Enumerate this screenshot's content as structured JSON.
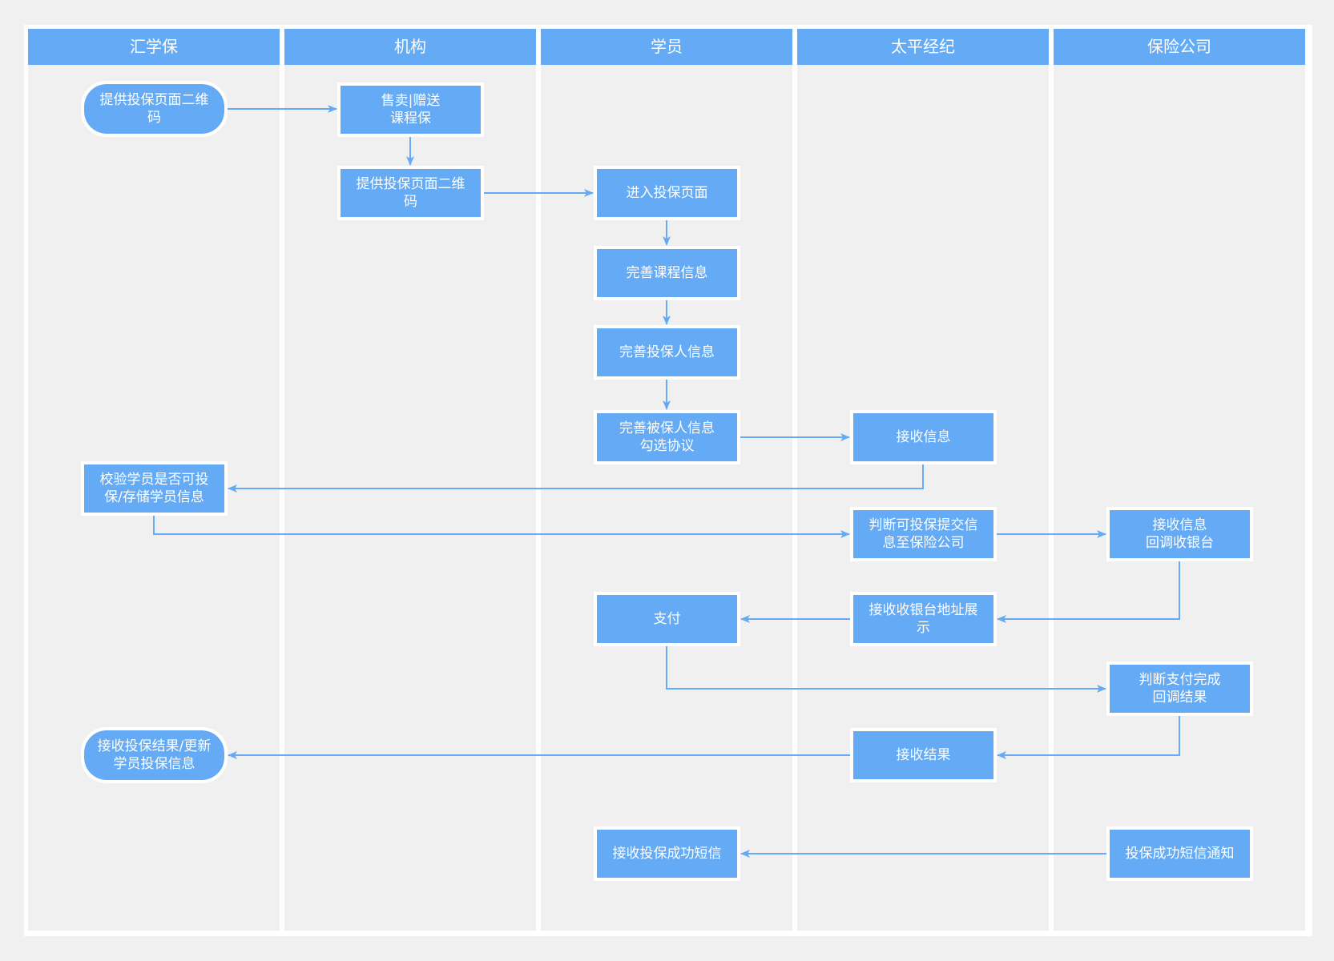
{
  "colors": {
    "accent": "#64aaf4",
    "edge": "#64aaf4",
    "background": "#f0f0f0",
    "frame": "#ffffff"
  },
  "lanes": [
    {
      "id": "huixuebao",
      "label": "汇学保"
    },
    {
      "id": "jigou",
      "label": "机构"
    },
    {
      "id": "xueyuan",
      "label": "学员"
    },
    {
      "id": "taiping",
      "label": "太平经纪"
    },
    {
      "id": "baoxian",
      "label": "保险公司"
    }
  ],
  "nodes": {
    "hxb_qrcode": {
      "label": "提供投保页面二维\n码",
      "shape": "terminal"
    },
    "jg_sell": {
      "label": "售卖|赠送\n课程保",
      "shape": "process"
    },
    "jg_qrcode": {
      "label": "提供投保页面二维\n码",
      "shape": "process"
    },
    "xy_enter": {
      "label": "进入投保页面",
      "shape": "process"
    },
    "xy_course": {
      "label": "完善课程信息",
      "shape": "process"
    },
    "xy_holder": {
      "label": "完善投保人信息",
      "shape": "process"
    },
    "xy_insured": {
      "label": "完善被保人信息\n勾选协议",
      "shape": "process"
    },
    "tp_receive": {
      "label": "接收信息",
      "shape": "process"
    },
    "hxb_verify": {
      "label": "校验学员是否可投\n保/存储学员信息",
      "shape": "process"
    },
    "tp_judge": {
      "label": "判断可投保提交信\n息至保险公司",
      "shape": "process"
    },
    "bx_receive": {
      "label": "接收信息\n回调收银台",
      "shape": "process"
    },
    "tp_cashier": {
      "label": "接收收银台地址展\n示",
      "shape": "process"
    },
    "xy_pay": {
      "label": "支付",
      "shape": "process"
    },
    "bx_paydone": {
      "label": "判断支付完成\n回调结果",
      "shape": "process"
    },
    "tp_result": {
      "label": "接收结果",
      "shape": "process"
    },
    "hxb_update": {
      "label": "接收投保结果/更新\n学员投保信息",
      "shape": "terminal"
    },
    "xy_sms": {
      "label": "接收投保成功短信",
      "shape": "process"
    },
    "bx_sms": {
      "label": "投保成功短信通知",
      "shape": "process"
    }
  },
  "edges": [
    {
      "from": "hxb_qrcode",
      "to": "jg_sell"
    },
    {
      "from": "jg_sell",
      "to": "jg_qrcode"
    },
    {
      "from": "jg_qrcode",
      "to": "xy_enter"
    },
    {
      "from": "xy_enter",
      "to": "xy_course"
    },
    {
      "from": "xy_course",
      "to": "xy_holder"
    },
    {
      "from": "xy_holder",
      "to": "xy_insured"
    },
    {
      "from": "xy_insured",
      "to": "tp_receive"
    },
    {
      "from": "tp_receive",
      "to": "hxb_verify"
    },
    {
      "from": "hxb_verify",
      "to": "tp_judge"
    },
    {
      "from": "tp_judge",
      "to": "bx_receive"
    },
    {
      "from": "bx_receive",
      "to": "tp_cashier"
    },
    {
      "from": "tp_cashier",
      "to": "xy_pay"
    },
    {
      "from": "xy_pay",
      "to": "bx_paydone"
    },
    {
      "from": "bx_paydone",
      "to": "tp_result"
    },
    {
      "from": "tp_result",
      "to": "hxb_update"
    },
    {
      "from": "bx_sms",
      "to": "xy_sms"
    }
  ]
}
